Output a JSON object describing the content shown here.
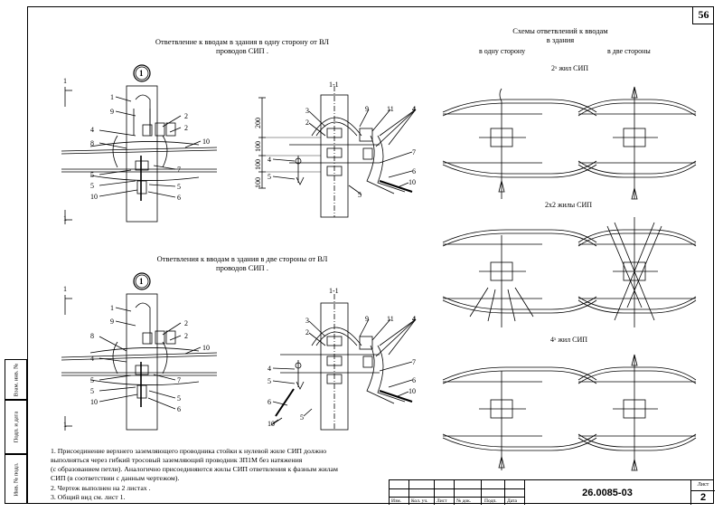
{
  "sheet_number": "56",
  "titles": {
    "one_side": [
      "Ответвление к вводам в здания в одну сторону от ВЛ",
      "проводов СИП ."
    ],
    "two_sides": [
      "Ответвления к вводам в здания в две стороны от ВЛ",
      "проводов СИП ."
    ],
    "schemes": [
      "Схемы ответвлений к вводам",
      "в здания"
    ],
    "col_one": "в одну сторону",
    "col_two": "в две стороны",
    "row1": "2ˣ жил СИП",
    "row2": "2х2 жилы СИП",
    "row3": "4ˣ жил СИП"
  },
  "view_markers": {
    "circle": "1",
    "section": "1-1",
    "cut": "1"
  },
  "dimensions": [
    "200",
    "100",
    "100",
    "100"
  ],
  "callouts": [
    "1",
    "2",
    "3",
    "4",
    "5",
    "6",
    "7",
    "8",
    "9",
    "10",
    "11"
  ],
  "notes": [
    "1. Присоединение верхнего заземляющего проводника стойки к нулевой жиле СИП должно",
    "выполняться через гибкий тросовый заземляющий проводник ЗП1М без натяжения",
    "(с образованием петли). Аналогично присоединяются жилы СИП ответвления к фазным жилам",
    "СИП (в соответствии с данным чертежом).",
    "2. Чертеж выполнен на 2 листах .",
    "3. Общий вид см. лист 1."
  ],
  "side_stamp": [
    "Инв. № подл.",
    "Подп. и дата",
    "Взам. инв. №"
  ],
  "title_block": {
    "headers": [
      "Изм.",
      "Кол. уч.",
      "Лист",
      "№ док.",
      "Подп.",
      "Дата"
    ],
    "code": "26.0085-03",
    "sheet_label": "Лист",
    "sheet_value": "2"
  }
}
